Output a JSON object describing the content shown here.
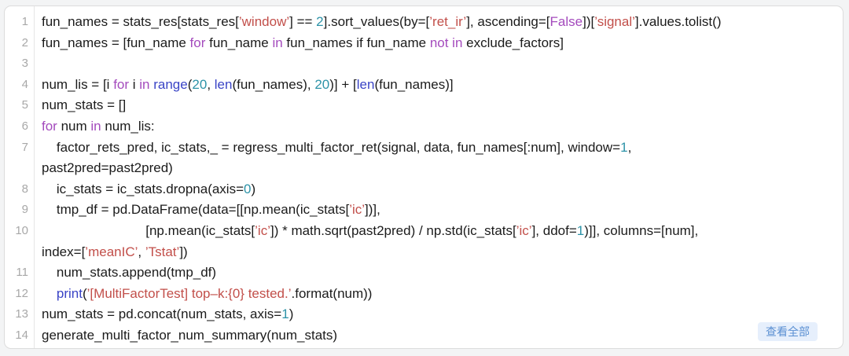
{
  "view_all": {
    "label": "查看全部"
  },
  "colors": {
    "plain": "#1b1b1b",
    "string": "#c24f4a",
    "keyword": "#a44bbd",
    "builtin": "#3a44c6",
    "number": "#2d93a8",
    "line_number": "#a8a8a8",
    "view_all_text": "#5a8fd2",
    "view_all_bg": "#e6effc"
  },
  "code": {
    "rows": [
      {
        "num": "1",
        "tokens": [
          [
            "p",
            "fun_names = stats_res[stats_res["
          ],
          [
            "s",
            "’window’"
          ],
          [
            "p",
            "] == "
          ],
          [
            "n",
            "2"
          ],
          [
            "p",
            "].sort_values(by=["
          ],
          [
            "s",
            "’ret_ir’"
          ],
          [
            "p",
            "], ascending=["
          ],
          [
            "k",
            "False"
          ],
          [
            "p",
            "])["
          ],
          [
            "s",
            "’signal’"
          ],
          [
            "p",
            "].values.tolist()"
          ]
        ]
      },
      {
        "num": "2",
        "tokens": [
          [
            "p",
            "fun_names = [fun_name "
          ],
          [
            "k",
            "for"
          ],
          [
            "p",
            " fun_name "
          ],
          [
            "k",
            "in"
          ],
          [
            "p",
            " fun_names if fun_name "
          ],
          [
            "k",
            "not in"
          ],
          [
            "p",
            " exclude_factors]"
          ]
        ]
      },
      {
        "num": "3",
        "tokens": []
      },
      {
        "num": "4",
        "tokens": [
          [
            "p",
            "num_lis = [i "
          ],
          [
            "k",
            "for"
          ],
          [
            "p",
            " i "
          ],
          [
            "k",
            "in"
          ],
          [
            "p",
            " "
          ],
          [
            "f",
            "range"
          ],
          [
            "p",
            "("
          ],
          [
            "n",
            "20"
          ],
          [
            "p",
            ", "
          ],
          [
            "f",
            "len"
          ],
          [
            "p",
            "(fun_names), "
          ],
          [
            "n",
            "20"
          ],
          [
            "p",
            ")] + ["
          ],
          [
            "f",
            "len"
          ],
          [
            "p",
            "(fun_names)]"
          ]
        ]
      },
      {
        "num": "5",
        "tokens": [
          [
            "p",
            "num_stats = []"
          ]
        ]
      },
      {
        "num": "6",
        "tokens": [
          [
            "k",
            "for"
          ],
          [
            "p",
            " num "
          ],
          [
            "k",
            "in"
          ],
          [
            "p",
            " num_lis:"
          ]
        ]
      },
      {
        "num": "7",
        "tokens": [
          [
            "p",
            "    factor_rets_pred, ic_stats,_ = regress_multi_factor_ret(signal, data, fun_names[:num], window="
          ],
          [
            "n",
            "1"
          ],
          [
            "p",
            ","
          ]
        ]
      },
      {
        "num": "",
        "tokens": [
          [
            "p",
            "past2pred=past2pred)"
          ]
        ]
      },
      {
        "num": "8",
        "tokens": [
          [
            "p",
            "    ic_stats = ic_stats.dropna(axis="
          ],
          [
            "n",
            "0"
          ],
          [
            "p",
            ")"
          ]
        ]
      },
      {
        "num": "9",
        "tokens": [
          [
            "p",
            "    tmp_df = pd.DataFrame(data=[[np.mean(ic_stats["
          ],
          [
            "s",
            "’ic’"
          ],
          [
            "p",
            "])],"
          ]
        ]
      },
      {
        "num": "10",
        "tokens": [
          [
            "p",
            "                            [np.mean(ic_stats["
          ],
          [
            "s",
            "’ic’"
          ],
          [
            "p",
            "]) * math.sqrt(past2pred) / np.std(ic_stats["
          ],
          [
            "s",
            "’ic’"
          ],
          [
            "p",
            "], ddof="
          ],
          [
            "n",
            "1"
          ],
          [
            "p",
            ")]], columns=[num],"
          ]
        ]
      },
      {
        "num": "",
        "tokens": [
          [
            "p",
            "index=["
          ],
          [
            "s",
            "’meanIC’"
          ],
          [
            "p",
            ", "
          ],
          [
            "s",
            "’Tstat’"
          ],
          [
            "p",
            "])"
          ]
        ]
      },
      {
        "num": "11",
        "tokens": [
          [
            "p",
            "    num_stats.append(tmp_df)"
          ]
        ]
      },
      {
        "num": "12",
        "tokens": [
          [
            "p",
            "    "
          ],
          [
            "f",
            "print"
          ],
          [
            "p",
            "("
          ],
          [
            "s",
            "’[MultiFactorTest] top–k:{0} tested.’"
          ],
          [
            "p",
            ".format(num))"
          ]
        ]
      },
      {
        "num": "13",
        "tokens": [
          [
            "p",
            "num_stats = pd.concat(num_stats, axis="
          ],
          [
            "n",
            "1"
          ],
          [
            "p",
            ")"
          ]
        ]
      },
      {
        "num": "14",
        "tokens": [
          [
            "p",
            "generate_multi_factor_num_summary(num_stats)"
          ]
        ]
      }
    ]
  }
}
